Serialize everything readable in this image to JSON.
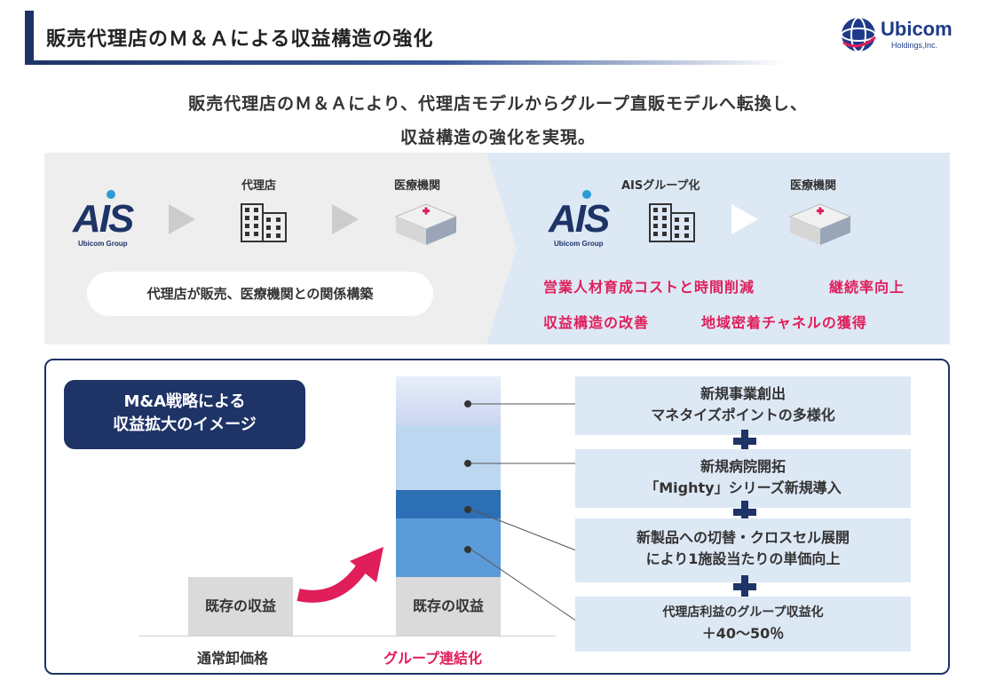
{
  "header": {
    "title": "販売代理店のＭ＆Ａによる収益構造の強化",
    "logo_name": "Ubicom",
    "logo_sub": "Holdings,Inc."
  },
  "lead": {
    "line1": "販売代理店のＭ＆Ａにより、代理店モデルからグループ直販モデルへ転換し、",
    "line2": "収益構造の強化を実現。"
  },
  "before": {
    "logo": "AIS",
    "logo_sub": "Ubicom Group",
    "agency_label": "代理店",
    "hospital_label": "医療機関",
    "caption": "代理店が販売、医療機関との関係構築"
  },
  "after": {
    "logo": "AIS",
    "logo_sub": "Ubicom Group",
    "group_label": "AISグループ化",
    "hospital_label": "医療機関",
    "merits": [
      "営業人材育成コストと時間削減",
      "継続率向上",
      "収益構造の改善",
      "地域密着チャネルの獲得"
    ]
  },
  "image_section": {
    "badge_line1": "M&A戦略による",
    "badge_line2": "収益拡大のイメージ",
    "bar_left_label": "既存の収益",
    "bar_right_label": "既存の収益",
    "x_left": "通常卸価格",
    "x_right": "グループ連結化",
    "cards": [
      {
        "line1": "新規事業創出",
        "line2": "マネタイズポイントの多様化"
      },
      {
        "line1": "新規病院開拓",
        "line2": "「Mighty」シリーズ新規導入"
      },
      {
        "line1": "新製品への切替・クロスセル展開",
        "line2": "により1施設当たりの単価向上"
      },
      {
        "line1": "代理店利益のグループ収益化",
        "line2": "＋40〜50％"
      }
    ]
  },
  "colors": {
    "navy": "#1e3366",
    "accent_pink": "#e01e5a",
    "light_blue": "#dde8f5"
  }
}
